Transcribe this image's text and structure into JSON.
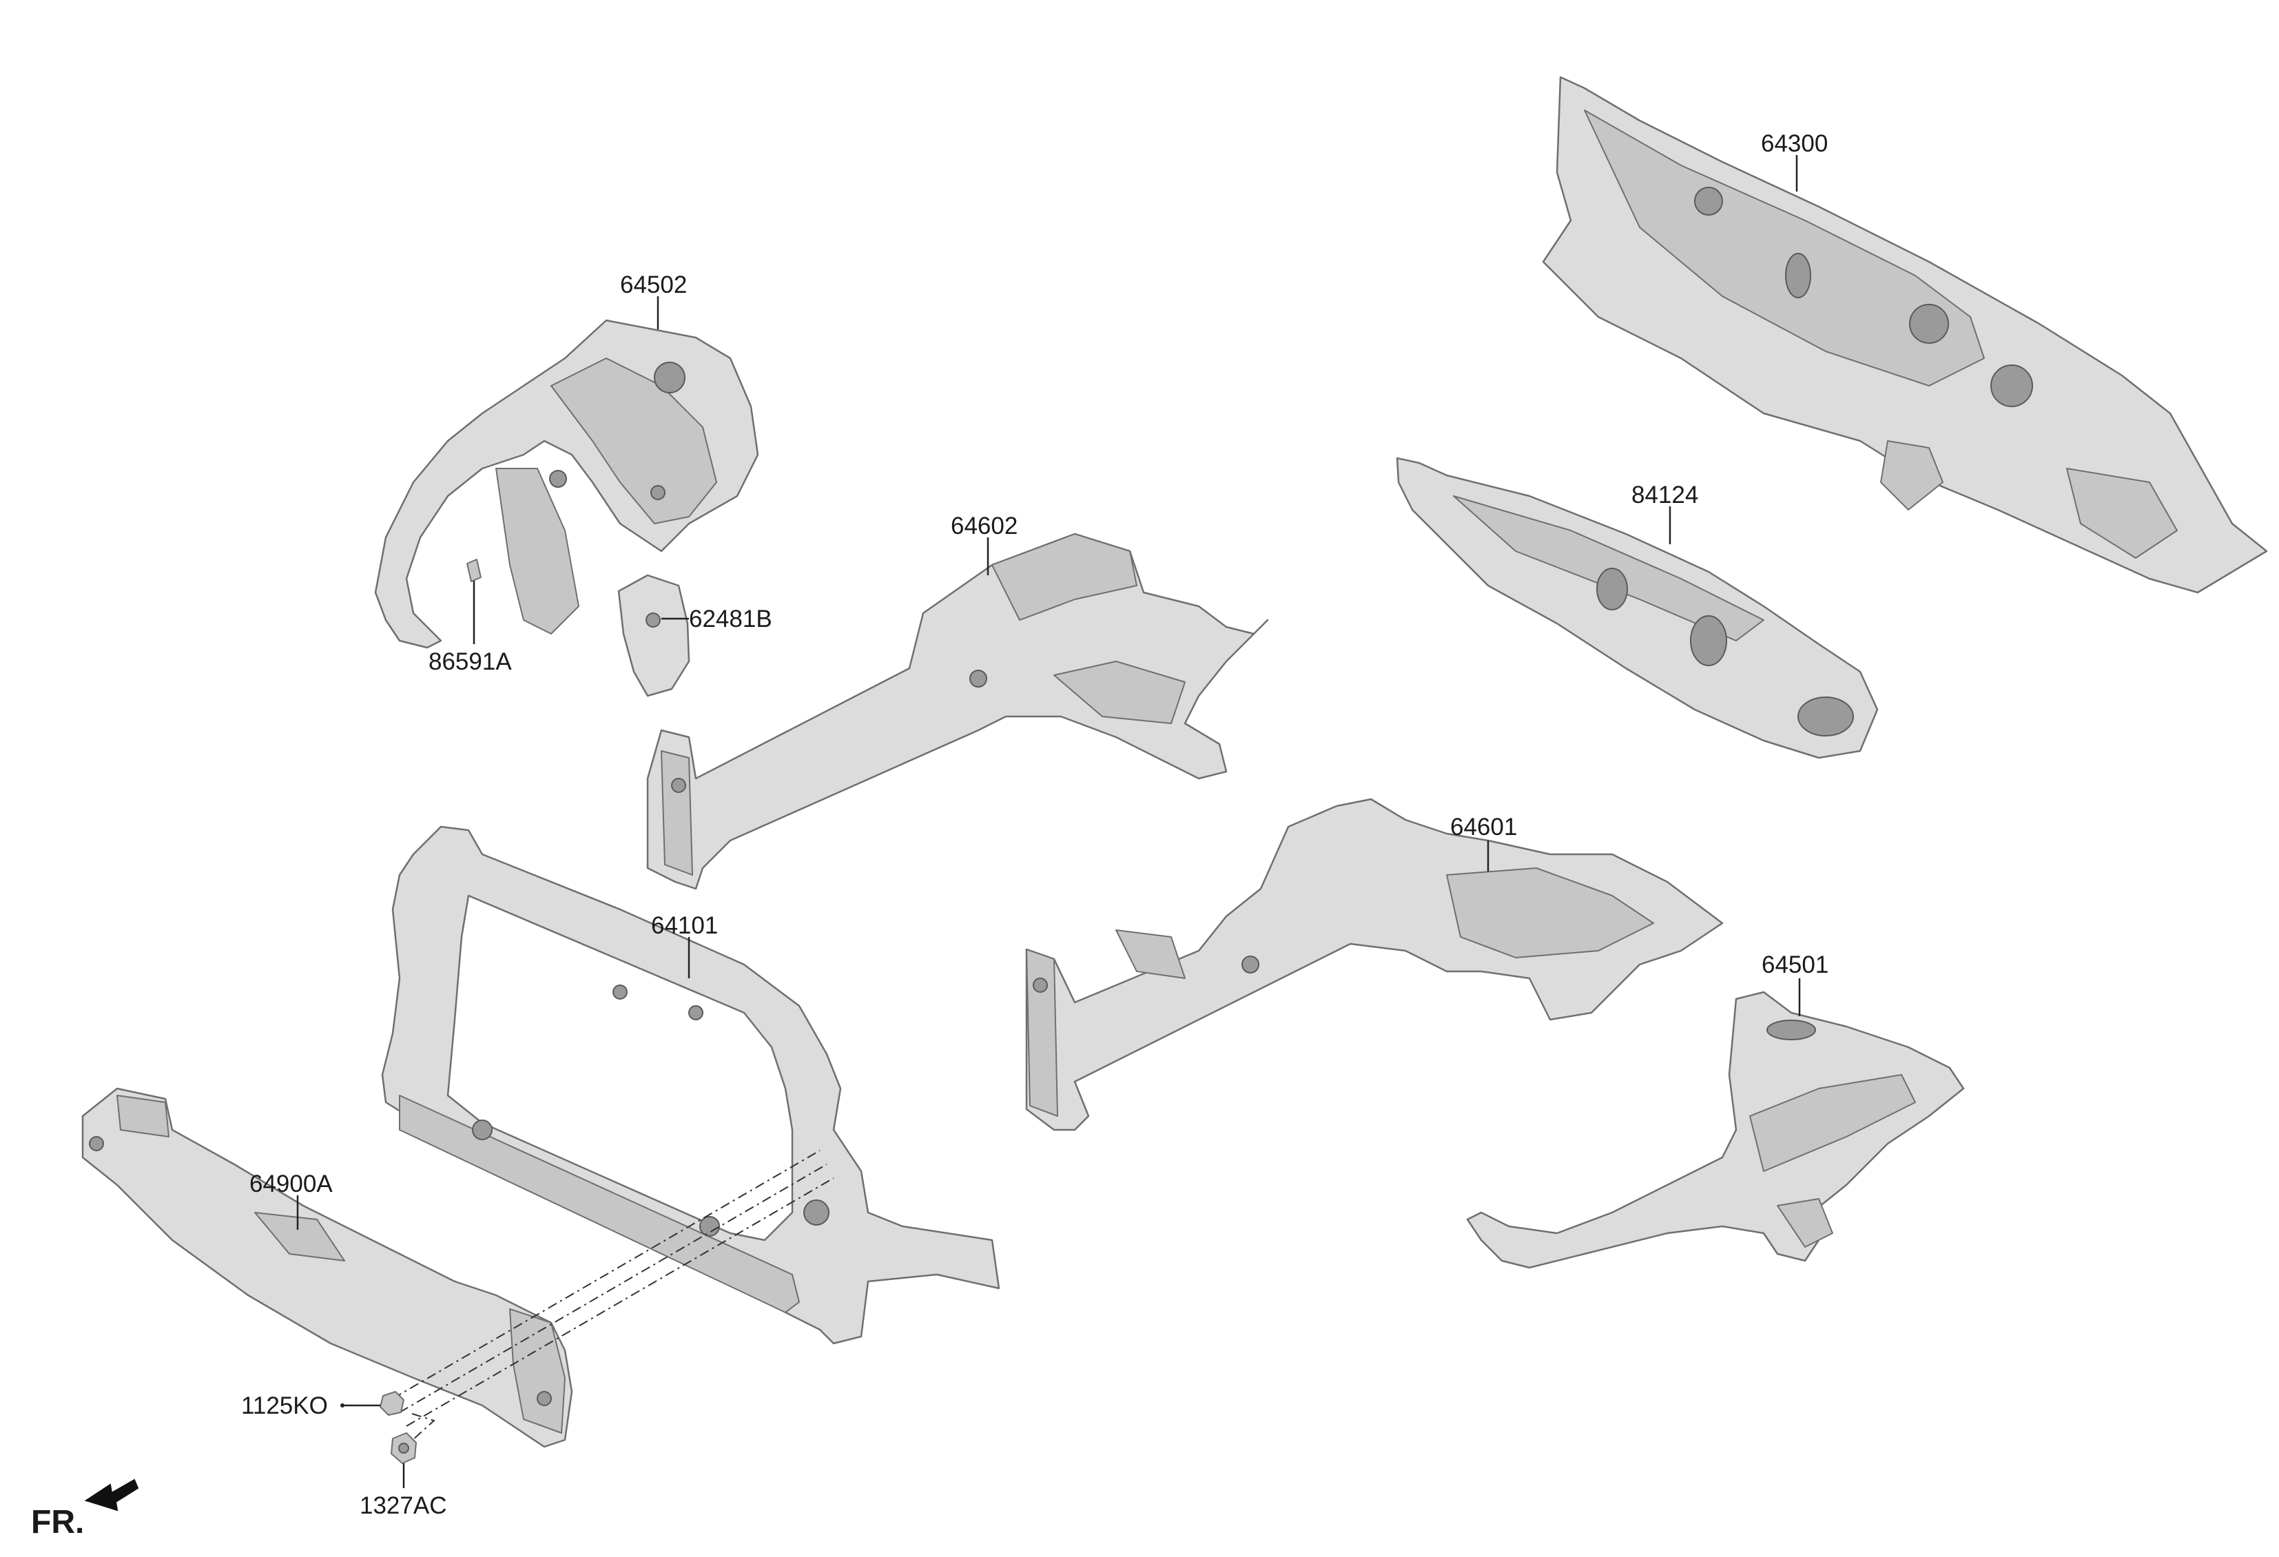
{
  "direction": {
    "label": "FR.",
    "arrow_icon": "front-direction-arrow-icon"
  },
  "parts": [
    {
      "id": "p64300",
      "number": "64300",
      "name_icon": "dash-panel-icon"
    },
    {
      "id": "p84124",
      "number": "84124",
      "name_icon": "dash-insulator-icon"
    },
    {
      "id": "p64502",
      "number": "64502",
      "name_icon": "wheel-house-right-icon"
    },
    {
      "id": "p86591A",
      "number": "86591A",
      "name_icon": "clip-icon"
    },
    {
      "id": "p62481B",
      "number": "62481B",
      "name_icon": "bracket-plate-icon"
    },
    {
      "id": "p64602",
      "number": "64602",
      "name_icon": "front-side-member-right-icon"
    },
    {
      "id": "p64101",
      "number": "64101",
      "name_icon": "front-end-module-carrier-icon"
    },
    {
      "id": "p64601",
      "number": "64601",
      "name_icon": "front-side-member-left-icon"
    },
    {
      "id": "p64501",
      "number": "64501",
      "name_icon": "wheel-house-left-icon"
    },
    {
      "id": "p64900A",
      "number": "64900A",
      "name_icon": "bumper-beam-icon"
    },
    {
      "id": "p1125KO",
      "number": "1125KO",
      "name_icon": "bolt-icon"
    },
    {
      "id": "p1327AC",
      "number": "1327AC",
      "name_icon": "nut-icon"
    }
  ]
}
